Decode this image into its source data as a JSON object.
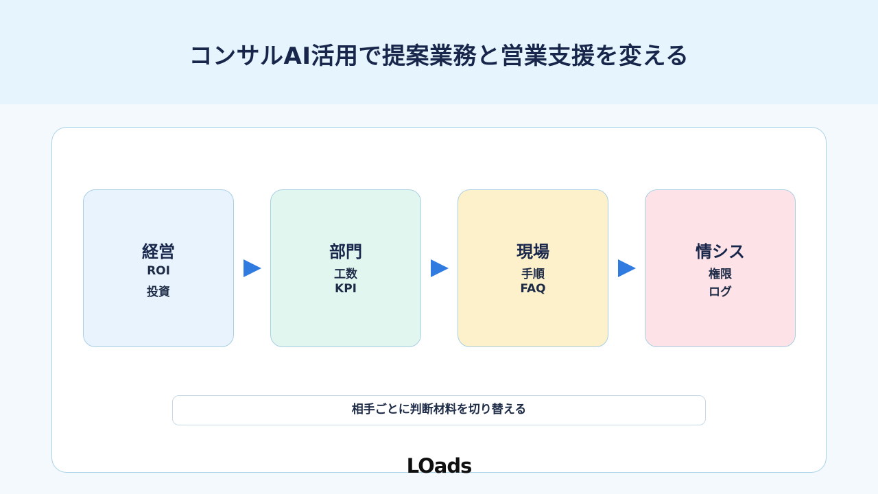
{
  "header": {
    "title": "コンサルAI活用で提案業務と営業支援を変える"
  },
  "cards": [
    {
      "title": "経営",
      "line1": "ROI",
      "line2": "投資",
      "color": "#e8f3fd"
    },
    {
      "title": "部門",
      "line1": "工数",
      "line2": "KPI",
      "color": "#e2f6f0"
    },
    {
      "title": "現場",
      "line1": "手順",
      "line2": "FAQ",
      "color": "#fdf1cc"
    },
    {
      "title": "情シス",
      "line1": "権限",
      "line2": "ログ",
      "color": "#fde3e7"
    }
  ],
  "caption": "相手ごとに判断材料を切り替える",
  "logo": "LOads",
  "colors": {
    "accent_arrow": "#2f7be0",
    "header_bg": "#e6f4fd",
    "panel_border": "#a9d3e8"
  }
}
